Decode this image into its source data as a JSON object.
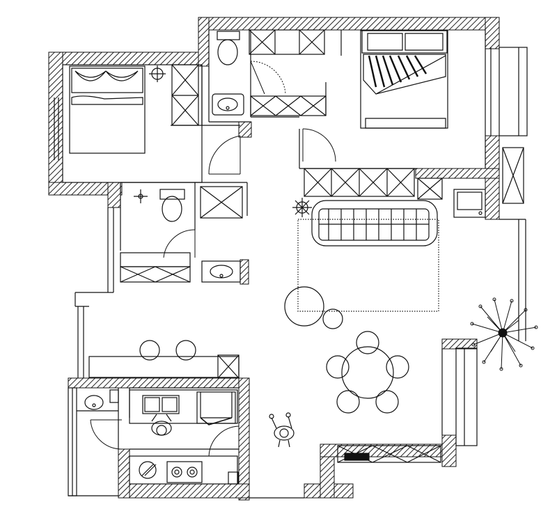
{
  "plan": {
    "background": "#ffffff",
    "stroke": "#111111",
    "wall_fill": "#111111",
    "hatch_color": "#222222",
    "rooms": [
      {
        "id": "bedroom-left"
      },
      {
        "id": "bathroom-top"
      },
      {
        "id": "master-bedroom"
      },
      {
        "id": "bathroom-middle"
      },
      {
        "id": "living-room"
      },
      {
        "id": "dining-area"
      },
      {
        "id": "kitchen"
      },
      {
        "id": "laundry-room"
      },
      {
        "id": "balcony-right"
      }
    ],
    "icons": [
      "bed-icon",
      "toilet-icon",
      "sink-icon",
      "sofa-icon",
      "dining-table-icon",
      "chair-icon",
      "stove-icon",
      "plant-icon",
      "person-icon",
      "ceiling-light-icon",
      "washing-machine-icon",
      "wardrobe-icon",
      "door-swing-icon"
    ]
  }
}
